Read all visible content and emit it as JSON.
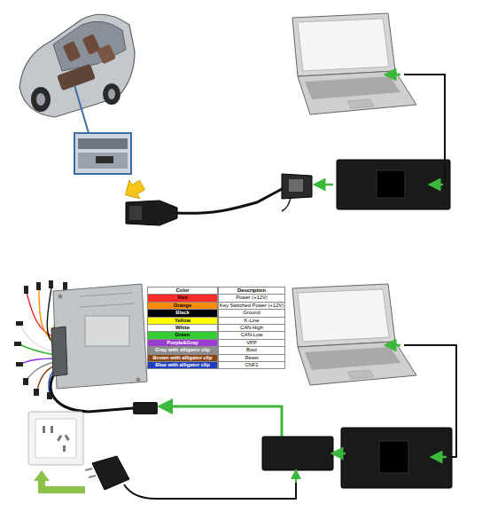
{
  "diagram": {
    "labels": [
      "Color",
      "Description",
      "Red",
      "Power (+12V)",
      "Orange",
      "Key Switched Power (+12V)",
      "Black",
      "Ground",
      "Yellow",
      "K-Line",
      "White",
      "CAN-High",
      "Green",
      "CAN-Low",
      "Purple&Gray",
      "VPP",
      "Gray with alligator clip",
      "Boot",
      "Brown with alligator clip",
      "Reset",
      "Blue with alligator clip",
      "CNF1"
    ]
  }
}
